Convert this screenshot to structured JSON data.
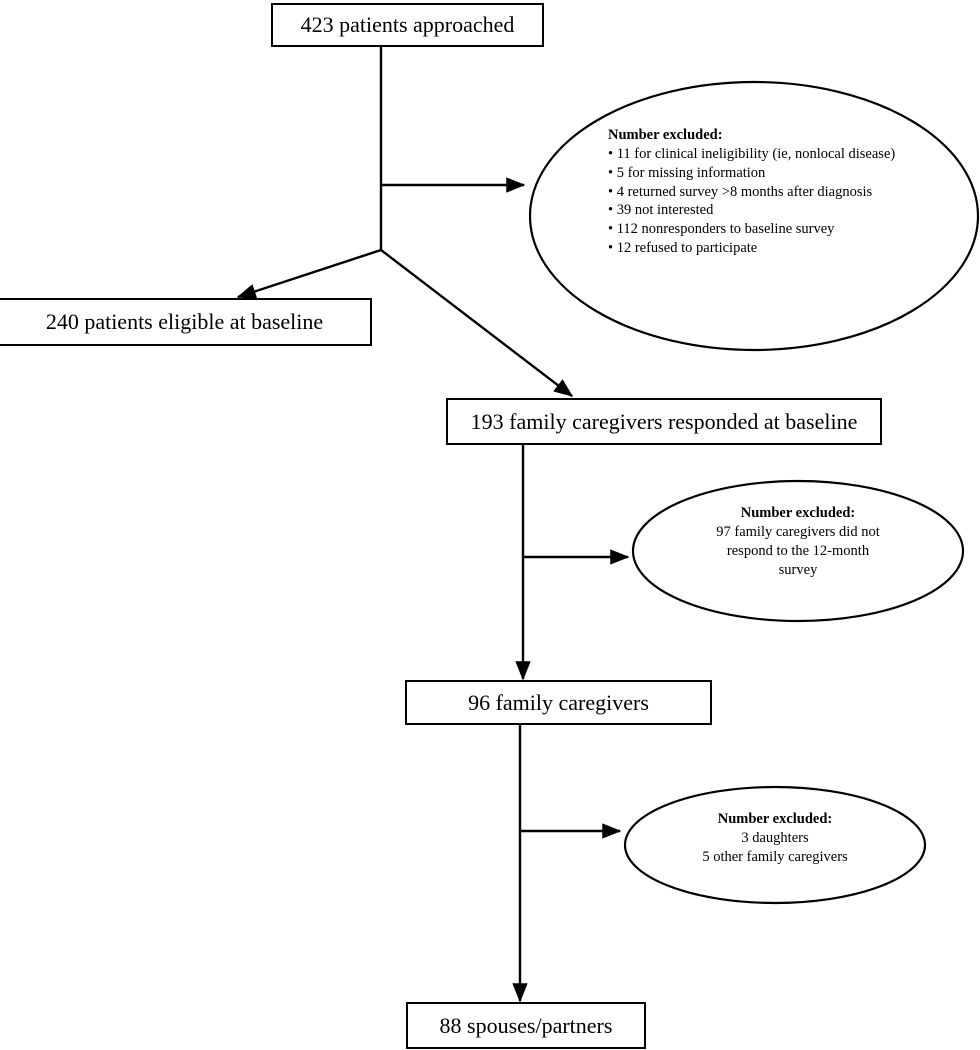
{
  "diagram": {
    "title": "Patient and family caregiver study flow diagram",
    "type": "flowchart",
    "stroke_color": "#000000",
    "background_color": "#ffffff"
  },
  "nodes": {
    "box_approached": {
      "label": "423 patients approached",
      "shape": "rectangle"
    },
    "box_eligible": {
      "label": "240 patients eligible at baseline",
      "shape": "rectangle"
    },
    "box_responded": {
      "label": "193 family caregivers responded at baseline",
      "shape": "rectangle"
    },
    "box_caregivers": {
      "label": "96 family caregivers",
      "shape": "rectangle"
    },
    "box_spouses": {
      "label": "88 spouses/partners",
      "shape": "rectangle"
    }
  },
  "exclusions": {
    "excluded_1": {
      "shape": "ellipse",
      "heading": "Number excluded:",
      "align": "left",
      "lines": [
        "• 11 for clinical ineligibility (ie, nonlocal disease)",
        "• 5 for missing information",
        "• 4 returned survey >8 months after diagnosis",
        "• 39 not interested",
        "• 112 nonresponders to baseline survey",
        "•  12 refused to participate"
      ]
    },
    "excluded_2": {
      "shape": "ellipse",
      "heading": "Number excluded:",
      "align": "center",
      "lines": [
        "97 family caregivers did not",
        "respond to the 12-month",
        "survey"
      ]
    },
    "excluded_3": {
      "shape": "ellipse",
      "heading": "Number excluded:",
      "align": "center",
      "lines": [
        "3 daughters",
        "5 other family caregivers"
      ]
    }
  },
  "chart_data": {
    "type": "flow",
    "title": "Patient and family caregiver study flow diagram",
    "stages": [
      {
        "label": "423 patients approached",
        "count": 423
      },
      {
        "label": "240 patients eligible at baseline",
        "count": 240
      },
      {
        "label": "193 family caregivers responded at baseline",
        "count": 193
      },
      {
        "label": "96 family caregivers",
        "count": 96
      },
      {
        "label": "88 spouses/partners",
        "count": 88
      }
    ],
    "exclusions": [
      {
        "after_stage": "423 patients approached",
        "total_reasons": [
          {
            "count": 11,
            "reason": "for clinical ineligibility (ie, nonlocal disease)"
          },
          {
            "count": 5,
            "reason": "for missing information"
          },
          {
            "count": 4,
            "reason": "returned survey >8 months after diagnosis"
          },
          {
            "count": 39,
            "reason": "not interested"
          },
          {
            "count": 112,
            "reason": "nonresponders to baseline survey"
          },
          {
            "count": 12,
            "reason": "refused to participate"
          }
        ]
      },
      {
        "after_stage": "193 family caregivers responded at baseline",
        "total_reasons": [
          {
            "count": 97,
            "reason": "family caregivers did not respond to the 12-month survey"
          }
        ]
      },
      {
        "after_stage": "96 family caregivers",
        "total_reasons": [
          {
            "count": 3,
            "reason": "daughters"
          },
          {
            "count": 5,
            "reason": "other family caregivers"
          }
        ]
      }
    ]
  }
}
